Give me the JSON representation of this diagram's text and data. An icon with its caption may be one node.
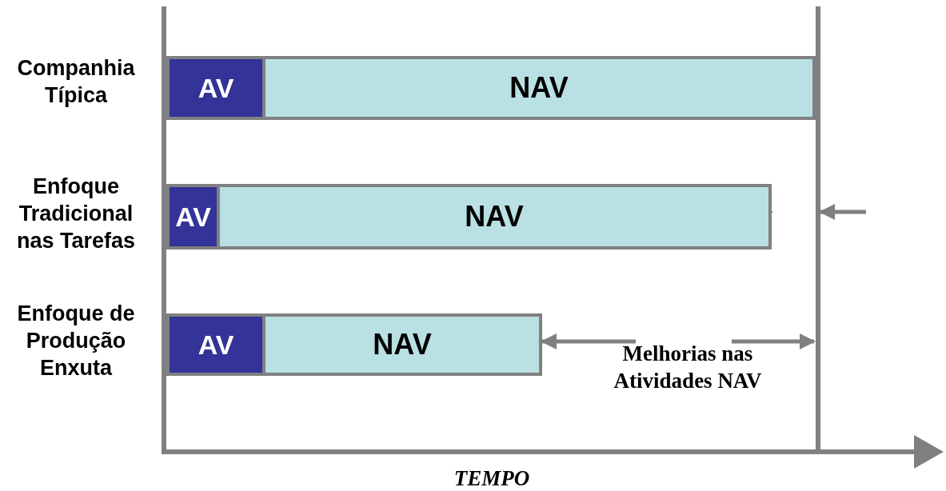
{
  "diagram": {
    "nodes": [
      {
        "text": [
          "AV"
        ]
      },
      {
        "text": [
          "NAV"
        ]
      },
      {
        "text": [
          "AV"
        ]
      },
      {
        "text": [
          "NAV"
        ]
      },
      {
        "text": [
          "AV"
        ]
      },
      {
        "text": [
          "NAV"
        ]
      },
      {
        "text": [],
        "shape": "bar"
      },
      {
        "text": [
          "Melhorias nas Atividades NAV"
        ]
      }
    ],
    "edges": [
      {
        "from": null,
        "to": 3,
        "arrow": "to"
      },
      {
        "from": null,
        "to": 6,
        "arrow": "to"
      },
      {
        "from": 7,
        "to": 5,
        "arrow": "to"
      },
      {
        "from": 7,
        "to": 6,
        "arrow": "to"
      }
    ],
    "labels": [
      "Companhia Típica",
      "Enfoque Tradicional nas Tarefas",
      "Enfoque de Produção Enxuta",
      "TEMPO"
    ]
  }
}
